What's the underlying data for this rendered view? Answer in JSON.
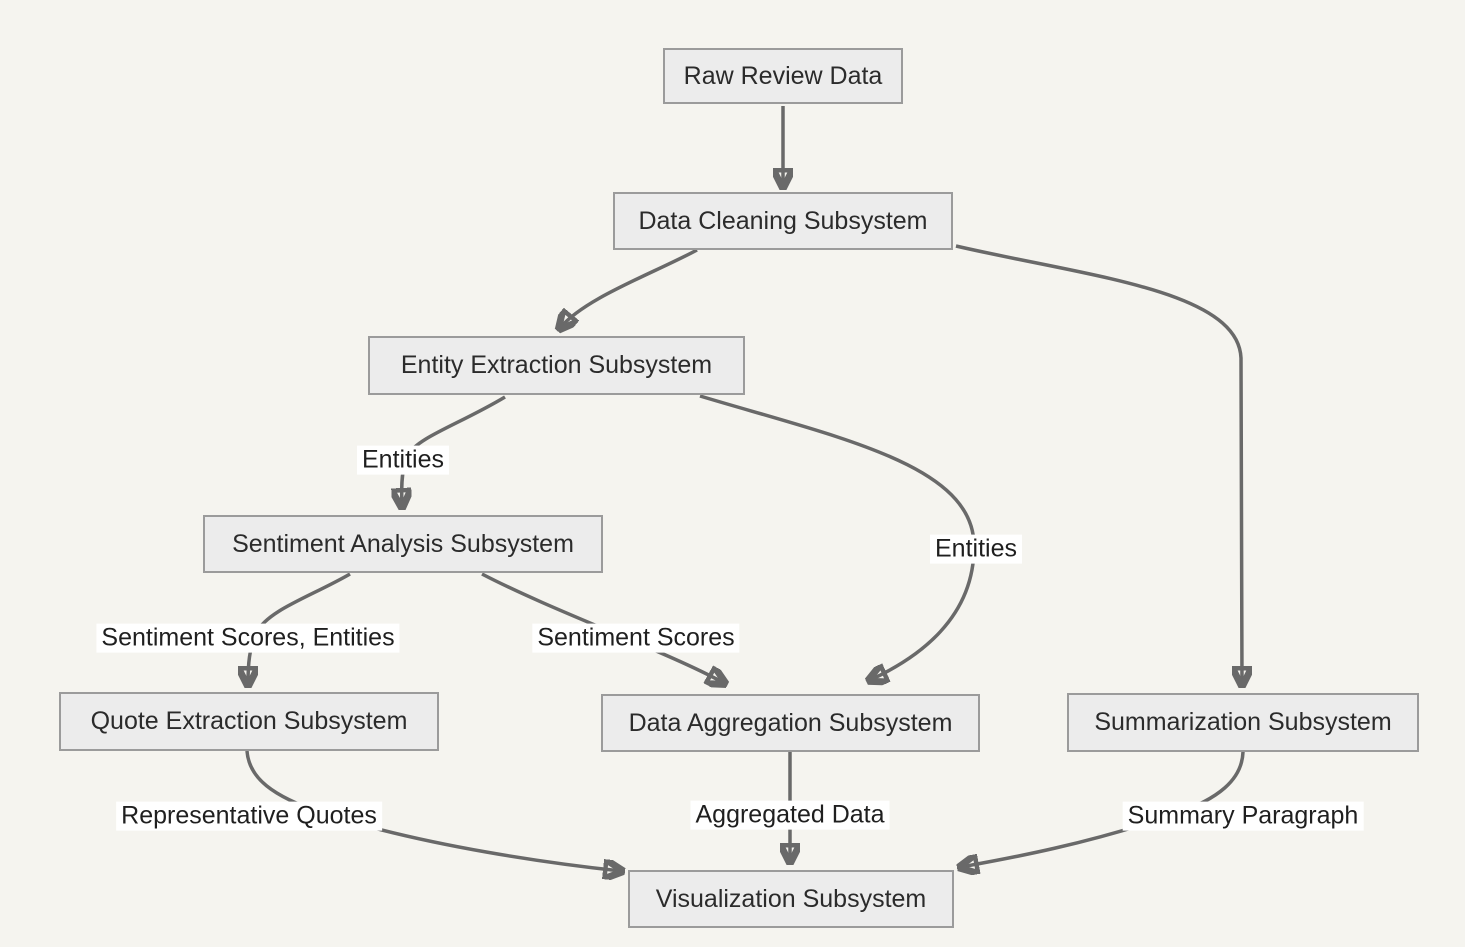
{
  "diagram": {
    "type": "flowchart",
    "direction": "top-down",
    "colors": {
      "background": "#f5f4ef",
      "node_fill": "#ececec",
      "node_border": "#9b9b9b",
      "node_text": "#2b2b2b",
      "edge_stroke": "#696969",
      "arrowhead_fill": "#585858",
      "edge_label_background": "#ffffff",
      "edge_label_text": "#1f1f1f"
    }
  },
  "nodes": {
    "raw_review_data": "Raw Review Data",
    "data_cleaning": "Data Cleaning Subsystem",
    "entity_extraction": "Entity Extraction Subsystem",
    "sentiment_analysis": "Sentiment Analysis Subsystem",
    "quote_extraction": "Quote Extraction Subsystem",
    "data_aggregation": "Data Aggregation Subsystem",
    "summarization": "Summarization Subsystem",
    "visualization": "Visualization Subsystem"
  },
  "edge_labels": {
    "entities_left": "Entities",
    "entities_right": "Entities",
    "sentiment_scores_entities": "Sentiment Scores, Entities",
    "sentiment_scores": "Sentiment Scores",
    "representative_quotes": "Representative Quotes",
    "aggregated_data": "Aggregated Data",
    "summary_paragraph": "Summary Paragraph"
  },
  "edges": [
    {
      "from": "Raw Review Data",
      "to": "Data Cleaning Subsystem",
      "label": ""
    },
    {
      "from": "Data Cleaning Subsystem",
      "to": "Entity Extraction Subsystem",
      "label": ""
    },
    {
      "from": "Data Cleaning Subsystem",
      "to": "Summarization Subsystem",
      "label": ""
    },
    {
      "from": "Entity Extraction Subsystem",
      "to": "Sentiment Analysis Subsystem",
      "label": "Entities"
    },
    {
      "from": "Entity Extraction Subsystem",
      "to": "Data Aggregation Subsystem",
      "label": "Entities"
    },
    {
      "from": "Sentiment Analysis Subsystem",
      "to": "Quote Extraction Subsystem",
      "label": "Sentiment Scores, Entities"
    },
    {
      "from": "Sentiment Analysis Subsystem",
      "to": "Data Aggregation Subsystem",
      "label": "Sentiment Scores"
    },
    {
      "from": "Quote Extraction Subsystem",
      "to": "Visualization Subsystem",
      "label": "Representative Quotes"
    },
    {
      "from": "Data Aggregation Subsystem",
      "to": "Visualization Subsystem",
      "label": "Aggregated Data"
    },
    {
      "from": "Summarization Subsystem",
      "to": "Visualization Subsystem",
      "label": "Summary Paragraph"
    }
  ]
}
